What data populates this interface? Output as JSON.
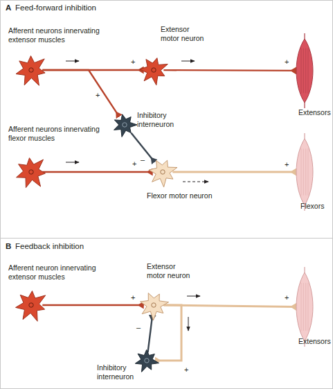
{
  "diagram": {
    "nodes": [
      {
        "text": [
          "Afferent neurons innervating extensor muscles"
        ]
      },
      {
        "text": [
          "Extensor motor neuron"
        ]
      },
      {
        "text": [
          "Extensors"
        ]
      },
      {
        "text": [
          "Inhibitory interneuron"
        ]
      },
      {
        "text": [
          "Afferent neurons innervating flexor muscles"
        ]
      },
      {
        "text": [
          "Flexor motor neuron"
        ]
      },
      {
        "text": [
          "Flexors"
        ]
      },
      {
        "text": [
          "Afferent neuron innervating extensor muscles"
        ]
      },
      {
        "text": [
          "Extensor motor neuron"
        ]
      },
      {
        "text": [
          "Extensors"
        ]
      },
      {
        "text": [
          "Inhibitory interneuron"
        ]
      }
    ],
    "edges": [
      {
        "from": 0,
        "to": 1,
        "label": "+",
        "arrow": "to"
      },
      {
        "from": 0,
        "to": 3,
        "label": "+",
        "arrow": "to"
      },
      {
        "from": 1,
        "to": 2,
        "label": "+",
        "arrow": "to"
      },
      {
        "from": 3,
        "to": 5,
        "label": "–",
        "arrow": "to"
      },
      {
        "from": 4,
        "to": 5,
        "label": "+",
        "arrow": "to"
      },
      {
        "from": 5,
        "to": 6,
        "label": "+",
        "arrow": "to"
      },
      {
        "from": 7,
        "to": 8,
        "label": "+",
        "arrow": "to"
      },
      {
        "from": 8,
        "to": 9,
        "label": "+",
        "arrow": "to"
      },
      {
        "from": 8,
        "to": 10,
        "label": "+",
        "arrow": "to"
      },
      {
        "from": 10,
        "to": 8,
        "label": "–",
        "arrow": "to"
      }
    ],
    "labels": [
      "A",
      "Feed-forward inhibition",
      "B",
      "Feedback inhibition"
    ]
  }
}
